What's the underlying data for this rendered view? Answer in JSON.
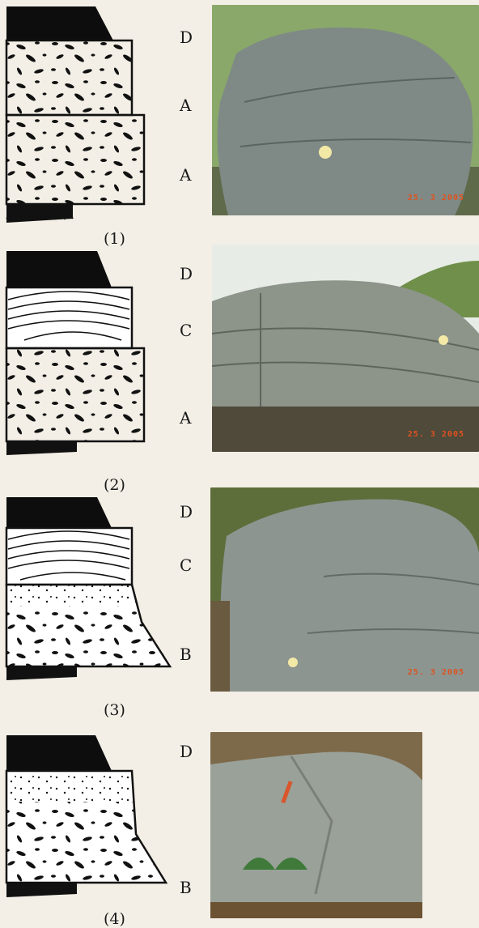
{
  "panels": [
    {
      "caption": "(1)",
      "labels": [
        "D",
        "A",
        "A"
      ],
      "date_stamp": "25. 3 2005",
      "colors": {
        "sky": "#8aa86a",
        "rock": "#7f8a86",
        "ground": "#5f6a4a"
      }
    },
    {
      "caption": "(2)",
      "labels": [
        "D",
        "C",
        "A"
      ],
      "date_stamp": "25. 3 2005",
      "colors": {
        "sky": "#e7ece6",
        "rock": "#8d948a",
        "ground": "#4f4a3a"
      }
    },
    {
      "caption": "(3)",
      "labels": [
        "D",
        "C",
        "B"
      ],
      "date_stamp": "25. 3 2005",
      "colors": {
        "sky": "#5d6e3a",
        "rock": "#8c9590",
        "ground": "#6a5a3f"
      }
    },
    {
      "caption": "(4)",
      "labels": [
        "D",
        "B"
      ],
      "date_stamp": "",
      "colors": {
        "sky": "#7d6a4a",
        "rock": "#9aa199",
        "ground": "#6b5232"
      }
    }
  ]
}
